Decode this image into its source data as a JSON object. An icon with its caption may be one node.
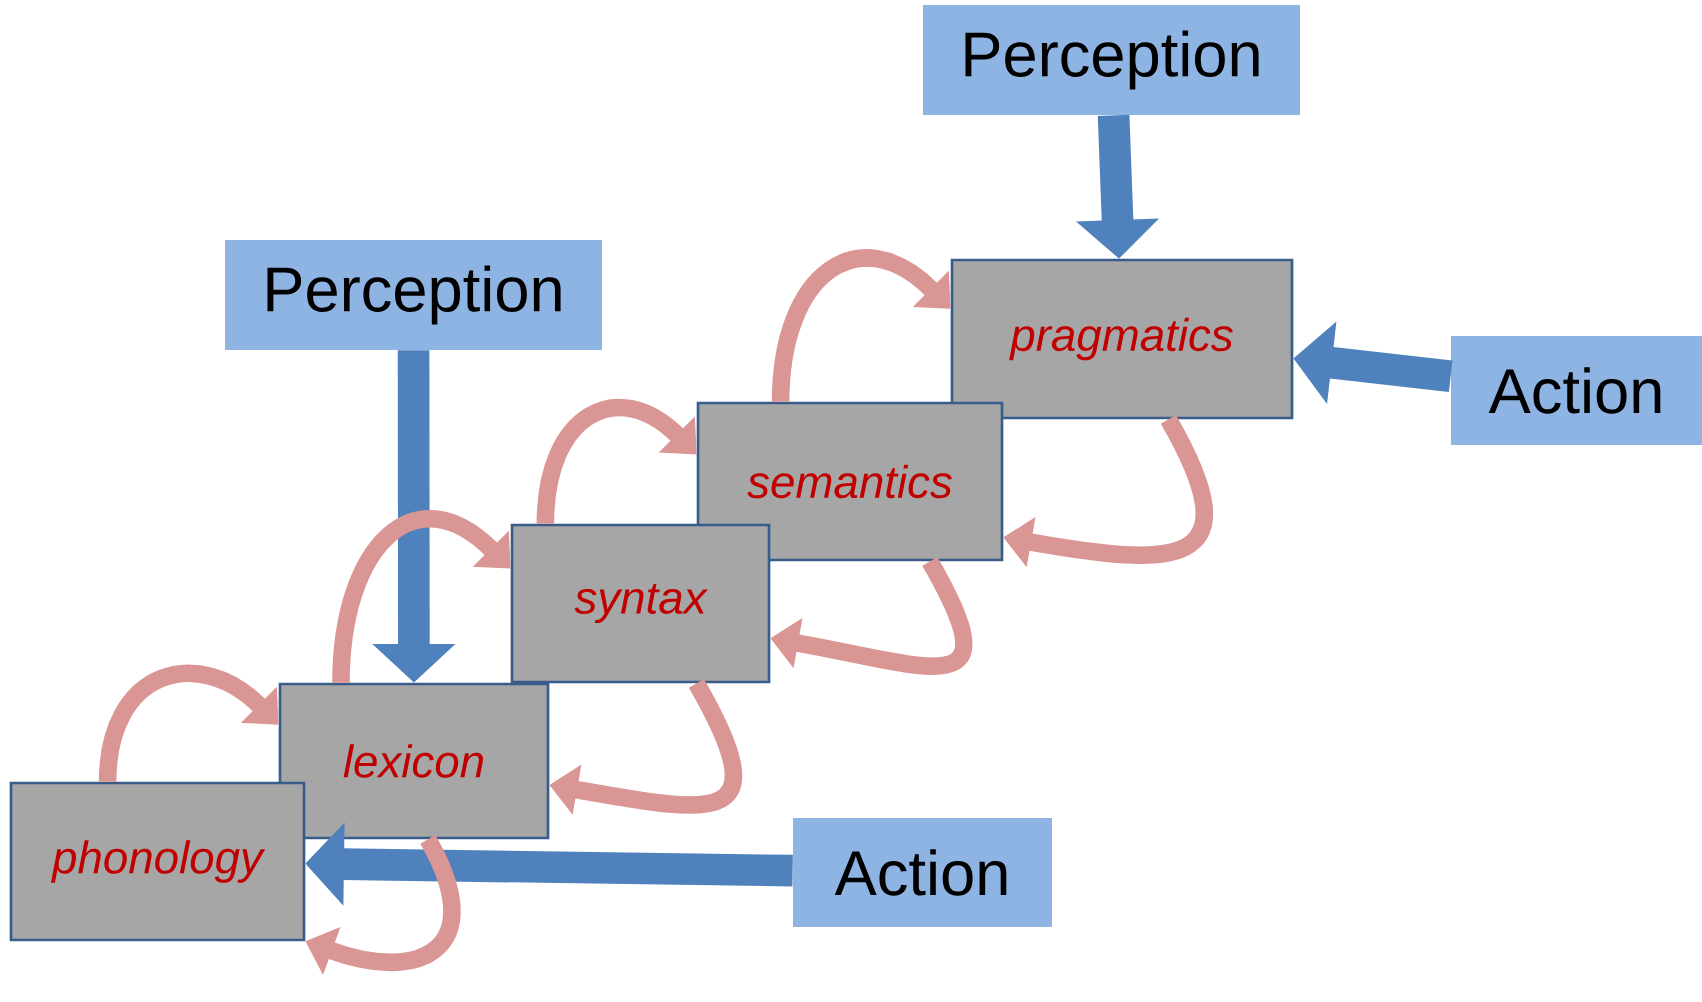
{
  "diagram": {
    "nodes": [
      {
        "text": [
          "Perception"
        ]
      },
      {
        "text": [
          "Perception"
        ]
      },
      {
        "text": [
          "pragmatics"
        ]
      },
      {
        "text": [
          "semantics"
        ]
      },
      {
        "text": [
          "syntax"
        ]
      },
      {
        "text": [
          "lexicon"
        ]
      },
      {
        "text": [
          "phonology"
        ]
      },
      {
        "text": [
          "Action"
        ]
      },
      {
        "text": [
          "Action"
        ]
      }
    ],
    "edges": [
      {
        "from": 0,
        "to": 2,
        "arrow": "to",
        "style": "thick",
        "color": "#4f81bd"
      },
      {
        "from": 1,
        "to": 5,
        "arrow": "to",
        "style": "thick",
        "color": "#4f81bd"
      },
      {
        "from": 7,
        "to": 2,
        "arrow": "to",
        "style": "thick",
        "color": "#4f81bd"
      },
      {
        "from": 8,
        "to": 6,
        "arrow": "to",
        "style": "thick",
        "color": "#4f81bd"
      },
      {
        "from": 6,
        "to": 5,
        "arrow": "to"
      },
      {
        "from": 5,
        "to": 4,
        "arrow": "to"
      },
      {
        "from": 4,
        "to": 3,
        "arrow": "to"
      },
      {
        "from": 3,
        "to": 2,
        "arrow": "to"
      },
      {
        "from": 2,
        "to": 3,
        "arrow": "to"
      },
      {
        "from": 3,
        "to": 4,
        "arrow": "to"
      },
      {
        "from": 4,
        "to": 5,
        "arrow": "to"
      },
      {
        "from": 5,
        "to": 6,
        "arrow": "to"
      }
    ]
  }
}
